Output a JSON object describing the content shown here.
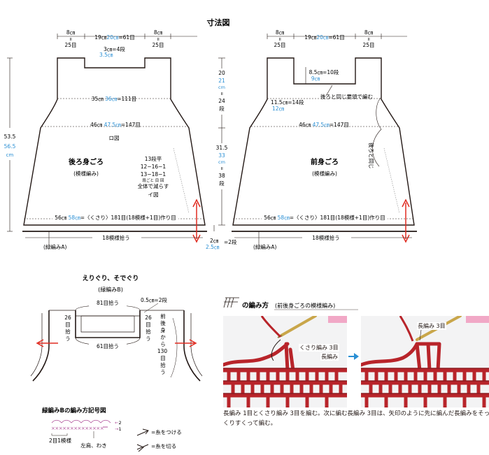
{
  "title": "寸法図",
  "back": {
    "top_left": {
      "cm": "8㎝",
      "eq": "॥",
      "rows": "25目"
    },
    "top_mid": {
      "cm": "19㎝",
      "blue": "20㎝",
      "st": "=61目"
    },
    "top_right": {
      "cm": "8㎝",
      "eq": "॥",
      "rows": "25目"
    },
    "neck_depth": {
      "cm": "3㎝",
      "blue": "3.5㎝",
      "st": "=4段"
    },
    "armhole_width": {
      "cm": "35㎝",
      "blue": "36㎝",
      "st": "=111目"
    },
    "chest": {
      "cm": "46㎝",
      "blue": "47.5㎝",
      "st": "=147目"
    },
    "section_symbol": "ロ図",
    "name": "後ろ身ごろ",
    "pattern": "(模様編み)",
    "decrease": [
      "13段平",
      "12−16−1",
      "13−18−1",
      "段ごと 目 回",
      "全体で減らす"
    ],
    "decrease_fig": "イ図",
    "length": {
      "cm": "53.5",
      "blue": "56.5",
      "unit": "cm"
    },
    "hem": {
      "cm": "56㎝",
      "blue": "58㎝",
      "st": "=〈くさり〉181目(18模様+1目)作り目"
    },
    "pickup": "18模様拾う",
    "edge": "(緑編みA)"
  },
  "front": {
    "top_left": {
      "cm": "8㎝",
      "eq": "॥",
      "rows": "25目"
    },
    "top_mid": {
      "cm": "19㎝",
      "blue": "20㎝",
      "st": "=61目"
    },
    "top_right": {
      "cm": "8㎝",
      "eq": "॥",
      "rows": "25目"
    },
    "neck_depth": {
      "cm": "8.5㎝",
      "st": "=10段",
      "blue": "9㎝"
    },
    "same_back_note": "後ろと同じ要領で編む",
    "armhole": {
      "cm": "11.5㎝",
      "st": "=14段",
      "blue": "12㎝"
    },
    "chest": {
      "cm": "46㎝",
      "blue": "47.5㎝",
      "st": "=147目"
    },
    "name": "前身ごろ",
    "pattern": "(模様編み)",
    "same_as_back": "後ろと同じ",
    "hem": {
      "cm": "56㎝",
      "blue": "58㎝",
      "st": "=〈くさり〉181目(18模様+1目)作り目"
    },
    "pickup": "18模様拾う",
    "edge": "(緑編みA)"
  },
  "middle": {
    "upper": {
      "cm": "20",
      "blue": "21",
      "unit": "cm",
      "eq": "॥",
      "rows": "24",
      "dan": "段"
    },
    "lower": {
      "cm": "31.5",
      "blue": "33",
      "unit": "cm",
      "eq": "॥",
      "rows": "38",
      "dan": "段"
    },
    "edge_depth": {
      "cm": "2㎝",
      "blue": "2.5㎝",
      "st": "=2段"
    }
  },
  "neckline": {
    "title": "えりぐり、そでぐり",
    "subtitle": "(緑編みB)",
    "top_pickup": "81目拾う",
    "edge_depth": "0.5㎝=2段",
    "side_left": [
      "26",
      "目",
      "拾",
      "う"
    ],
    "side_right": [
      "26",
      "目",
      "拾",
      "う"
    ],
    "bottom_pickup": "61目拾う",
    "armhole_pickup": [
      "前",
      "後",
      "身",
      "か",
      "ら",
      "130",
      "目",
      "拾",
      "う"
    ]
  },
  "symbol_chart": {
    "title": "緑編みBの編み方記号図",
    "row2": "2",
    "row1": "1",
    "repeat": "2目1模様",
    "shoulder": "左肩、わき",
    "join_label": "=糸をつける",
    "cut_label": "=糸を切る"
  },
  "howto": {
    "title": "の編み方",
    "subtitle": "(前後身ごろの模様編み)",
    "photo1": {
      "label1": "くさり編み 3目",
      "label2": "長編み"
    },
    "photo2": {
      "label1": "長編み 3目"
    },
    "caption1": "長編み 1目とくさり編み 3目を編む。次に編む長編み 3目は、矢印のように先に編んだ長編みをそっ",
    "caption2": "くりすくって編む。"
  },
  "colors": {
    "ink": "#231815",
    "blue": "#2a8fd4",
    "red": "#e02b20",
    "yarn": "#b8242a",
    "gray": "#8a8a8a"
  }
}
